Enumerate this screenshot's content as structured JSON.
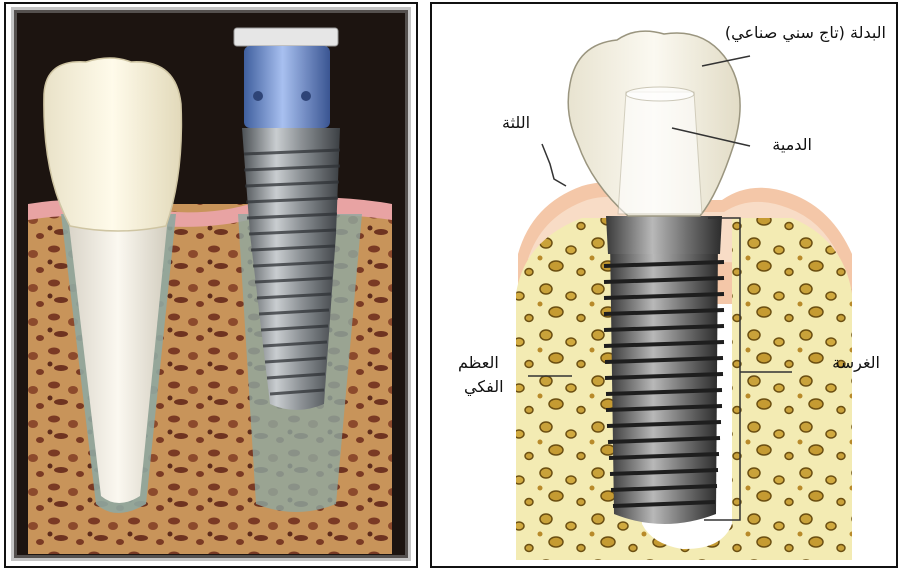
{
  "labels": {
    "crown": "البدلة (تاج سني صناعي)",
    "abutment": "الدمية",
    "gum": "اللثة",
    "jaw_bone_line1": "العظم",
    "jaw_bone_line2": "الفكي",
    "implant": "الغرسة"
  },
  "colors": {
    "frame": "#111111",
    "crown": "#f1ebd6",
    "gum": "#e8a3a3",
    "bone": "#c48a4c",
    "bone_pores": "#7a3a24",
    "implant_metal": "#8a8f93",
    "abutment_blue": "#6d8fcf",
    "yellow_bone": "#f2e8a8",
    "yellow_pores": "#c9a23a"
  }
}
